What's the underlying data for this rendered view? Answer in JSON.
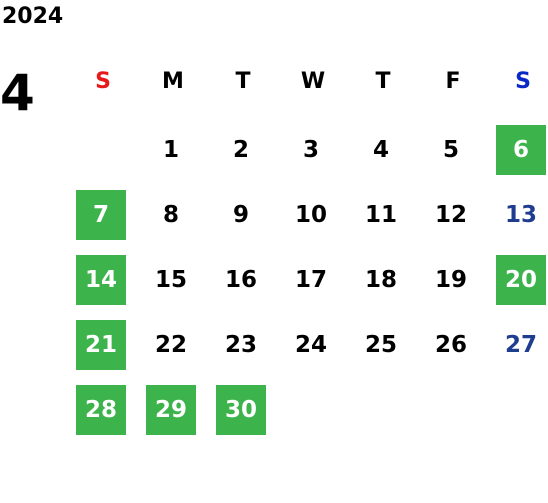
{
  "calendar": {
    "year": "2024",
    "month": "4",
    "colors": {
      "sunday_header": "#e8191a",
      "saturday_header": "#0a27c8",
      "saturday_day": "#1f3d8f",
      "holiday_bg": "#3cb44b"
    },
    "weekdays": [
      "S",
      "M",
      "T",
      "W",
      "T",
      "F",
      "S"
    ],
    "first_weekday_index": 1,
    "days": [
      {
        "n": "1",
        "holiday": false
      },
      {
        "n": "2",
        "holiday": false
      },
      {
        "n": "3",
        "holiday": false
      },
      {
        "n": "4",
        "holiday": false
      },
      {
        "n": "5",
        "holiday": false
      },
      {
        "n": "6",
        "holiday": true
      },
      {
        "n": "7",
        "holiday": true
      },
      {
        "n": "8",
        "holiday": false
      },
      {
        "n": "9",
        "holiday": false
      },
      {
        "n": "10",
        "holiday": false
      },
      {
        "n": "11",
        "holiday": false
      },
      {
        "n": "12",
        "holiday": false
      },
      {
        "n": "13",
        "holiday": false
      },
      {
        "n": "14",
        "holiday": true
      },
      {
        "n": "15",
        "holiday": false
      },
      {
        "n": "16",
        "holiday": false
      },
      {
        "n": "17",
        "holiday": false
      },
      {
        "n": "18",
        "holiday": false
      },
      {
        "n": "19",
        "holiday": false
      },
      {
        "n": "20",
        "holiday": true
      },
      {
        "n": "21",
        "holiday": true
      },
      {
        "n": "22",
        "holiday": false
      },
      {
        "n": "23",
        "holiday": false
      },
      {
        "n": "24",
        "holiday": false
      },
      {
        "n": "25",
        "holiday": false
      },
      {
        "n": "26",
        "holiday": false
      },
      {
        "n": "27",
        "holiday": false
      },
      {
        "n": "28",
        "holiday": true
      },
      {
        "n": "29",
        "holiday": true
      },
      {
        "n": "30",
        "holiday": true
      }
    ]
  }
}
